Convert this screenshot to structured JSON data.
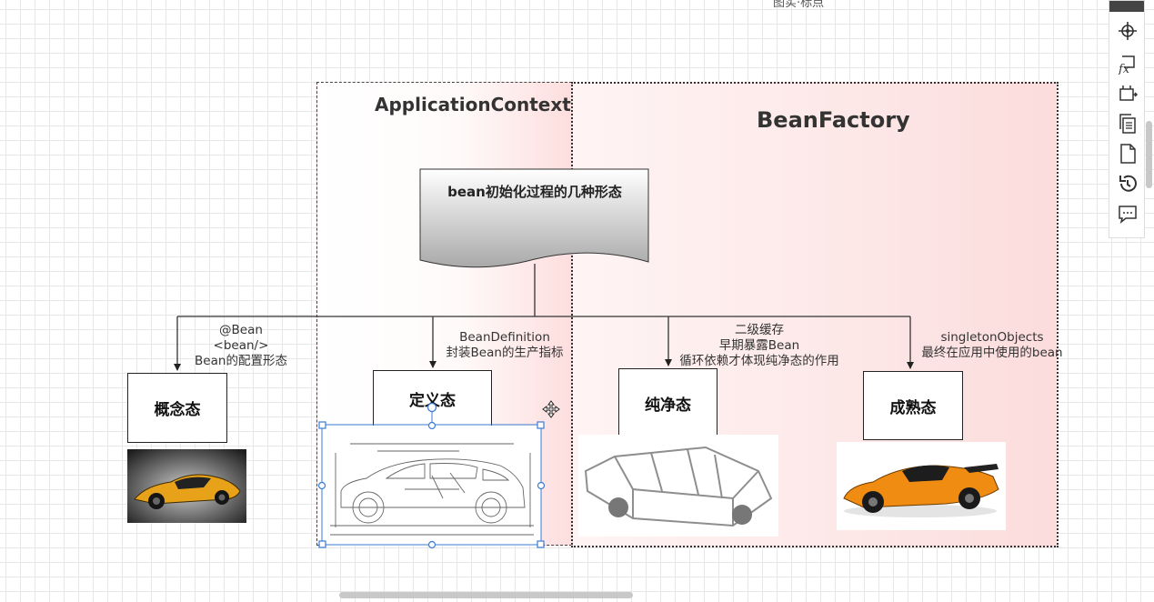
{
  "canvas": {
    "top_cut_text": "图实·标点"
  },
  "zones": {
    "application_context": "ApplicationContext",
    "bean_factory": "BeanFactory"
  },
  "root_node": {
    "label": "bean初始化过程的几种形态"
  },
  "states": [
    {
      "label": "概念态",
      "annotation": [
        "@Bean",
        "<bean/>",
        "Bean的配置形态"
      ],
      "image": "orange-concept-car-photo"
    },
    {
      "label": "定义态",
      "annotation": [
        "BeanDefinition",
        "封装Bean的生产指标"
      ],
      "image": "car-blueprint-drawing"
    },
    {
      "label": "纯净态",
      "annotation": [
        "二级缓存",
        "早期暴露Bean",
        "循环依赖才体现纯净态的作用"
      ],
      "image": "car-body-frame-photo"
    },
    {
      "label": "成熟态",
      "annotation": [
        "singletonObjects",
        "最终在应用中使用的bean"
      ],
      "image": "orange-supercar-photo"
    }
  ],
  "selection": {
    "selected": "car-blueprint-drawing"
  },
  "toolbar": {
    "icons": [
      "crosshair-icon",
      "formula-icon",
      "crop-icon",
      "copy-icon",
      "page-icon",
      "history-icon",
      "comment-icon"
    ]
  },
  "colors": {
    "zone_fill": "#fde0e0",
    "selection": "#3a7bd5",
    "box_border": "#222222"
  }
}
